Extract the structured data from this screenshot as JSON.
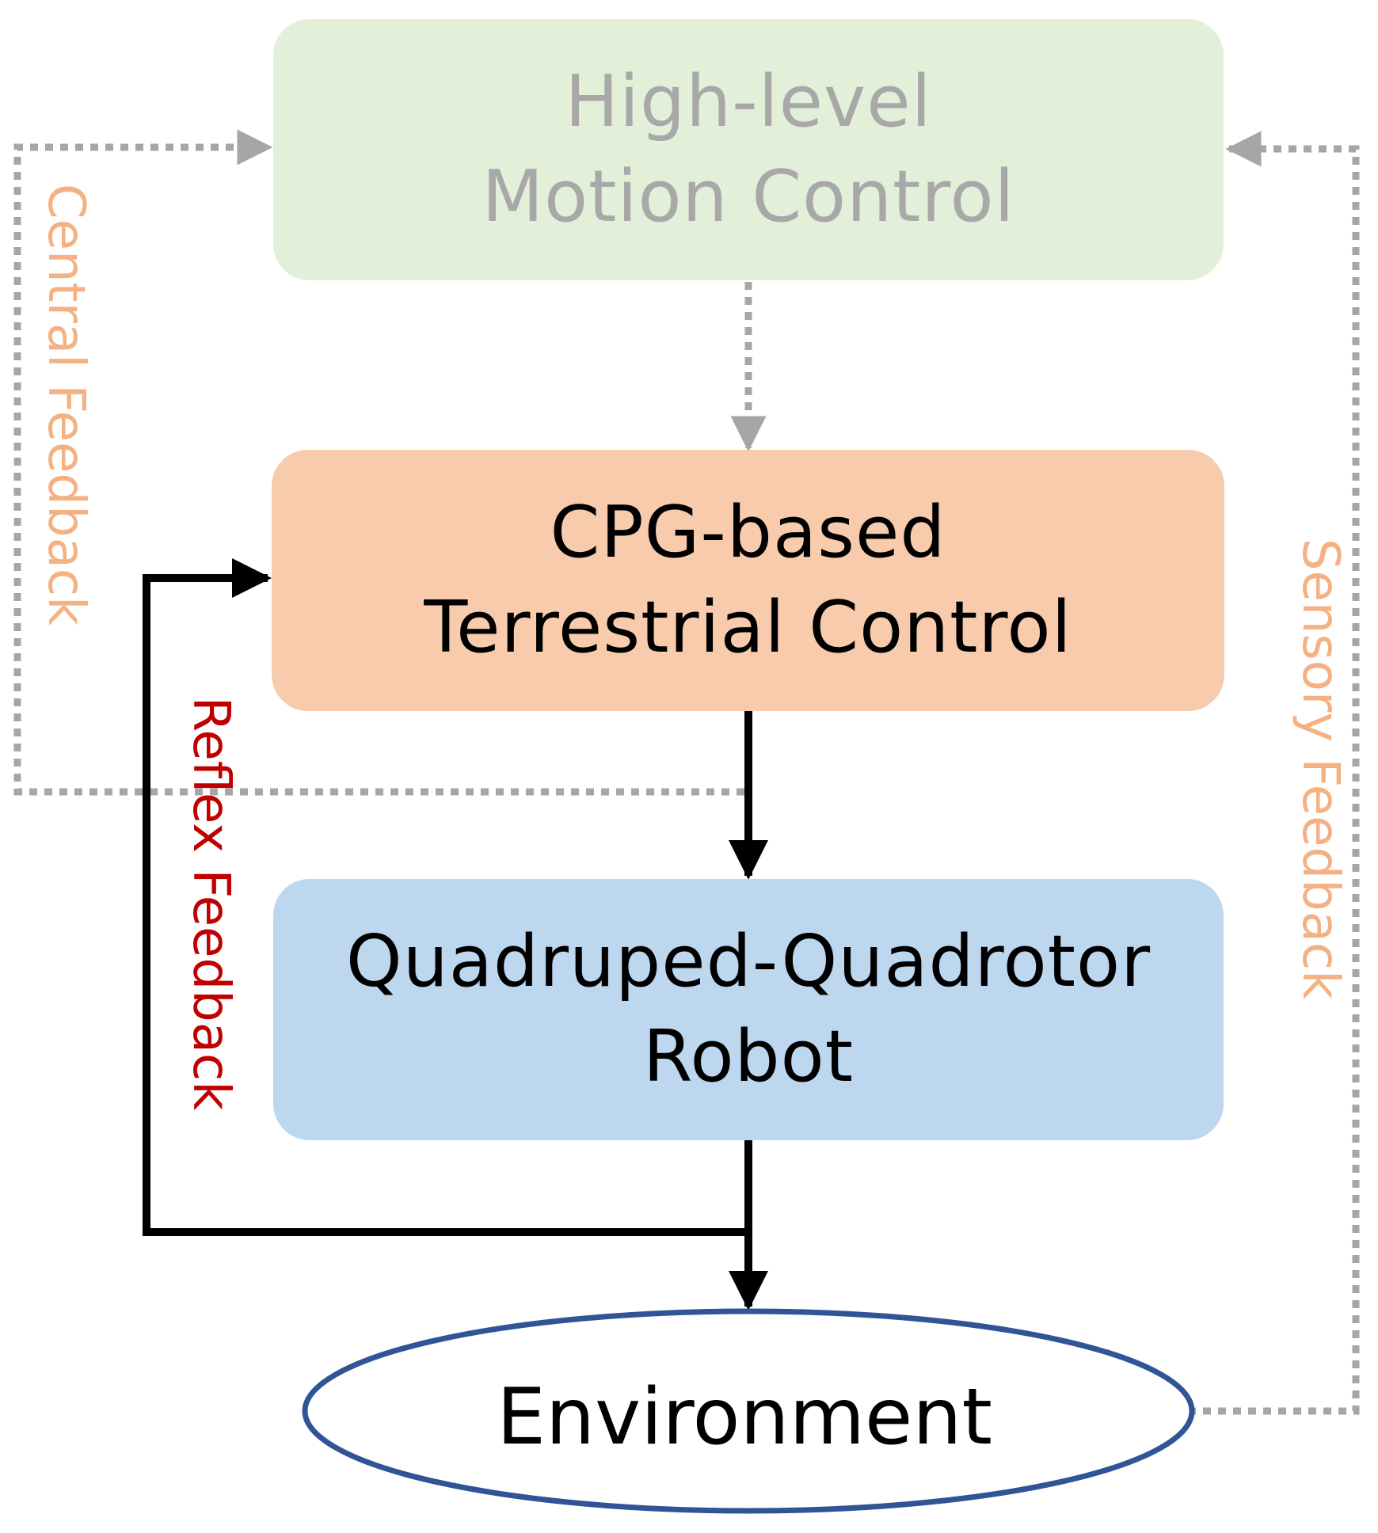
{
  "boxes": {
    "high_level": {
      "line1": "High-level",
      "line2": "Motion Control"
    },
    "cpg": {
      "line1": "CPG-based",
      "line2": "Terrestrial Control"
    },
    "robot": {
      "line1": "Quadruped-Quadrotor",
      "line2": "Robot"
    },
    "environment": {
      "label": "Environment"
    }
  },
  "feedback_labels": {
    "central": "Central Feedback",
    "reflex": "Reflex Feedback",
    "sensory": "Sensory Feedback"
  },
  "colors": {
    "high_level_fill": "#e2efd9",
    "high_level_text": "#a8a8a8",
    "cpg_fill": "#f7cbac",
    "robot_fill": "#bdd7ee",
    "environment_outline": "#2f5597",
    "dotted_line": "#a6a6a6",
    "solid_line": "#000000",
    "central_sensory_label": "#f4b183",
    "reflex_label": "#c00000"
  }
}
